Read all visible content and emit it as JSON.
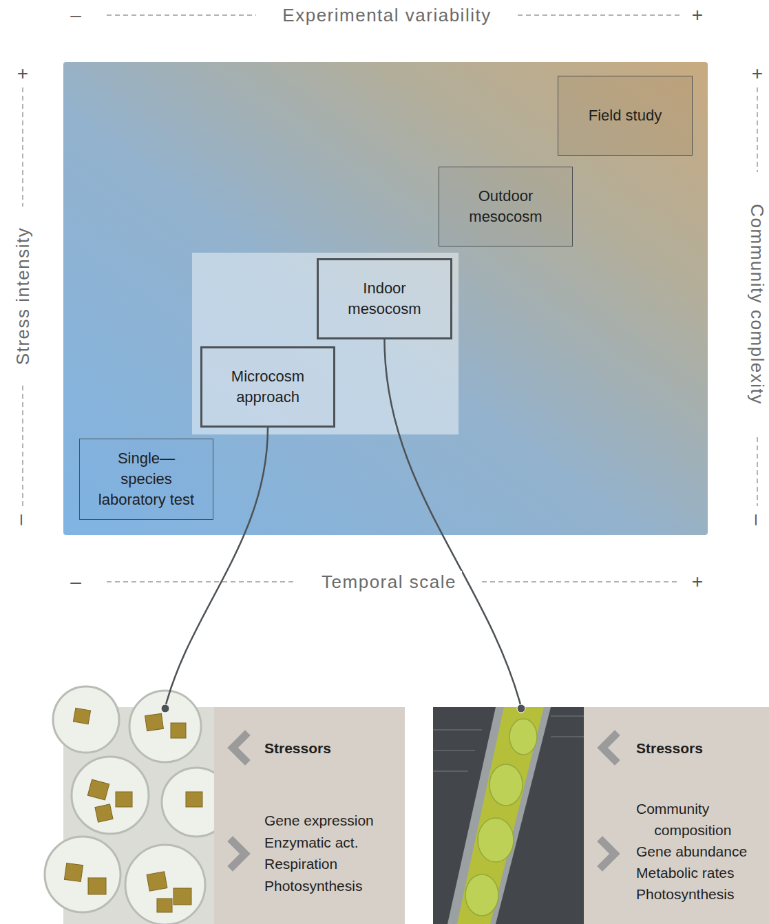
{
  "diagram": {
    "nodes": [
      {
        "text": [
          "Field study"
        ]
      },
      {
        "text": [
          "Outdoor mesocosm"
        ]
      },
      {
        "text": [
          "Indoor mesocosm"
        ]
      },
      {
        "text": [
          "Microcosm approach"
        ]
      },
      {
        "text": [
          "Single—species laboratory test"
        ]
      },
      {
        "text": [
          "Stressors",
          "Gene expression",
          "Enzymatic act.",
          "Respiration",
          "Photosynthesis"
        ]
      },
      {
        "text": [
          "Stressors",
          "Community composition",
          "Gene abundance",
          "Metabolic rates",
          "Photosynthesis"
        ]
      }
    ],
    "edges": [
      {
        "from": 3,
        "to": 5,
        "arrow": "none"
      },
      {
        "from": 2,
        "to": 6,
        "arrow": "none"
      }
    ],
    "labels": [
      "–",
      "Experimental variability",
      "+",
      "+",
      "Stress intensity",
      "–",
      "+",
      "Community complexity",
      "–",
      "–",
      "Temporal scale",
      "+"
    ]
  }
}
